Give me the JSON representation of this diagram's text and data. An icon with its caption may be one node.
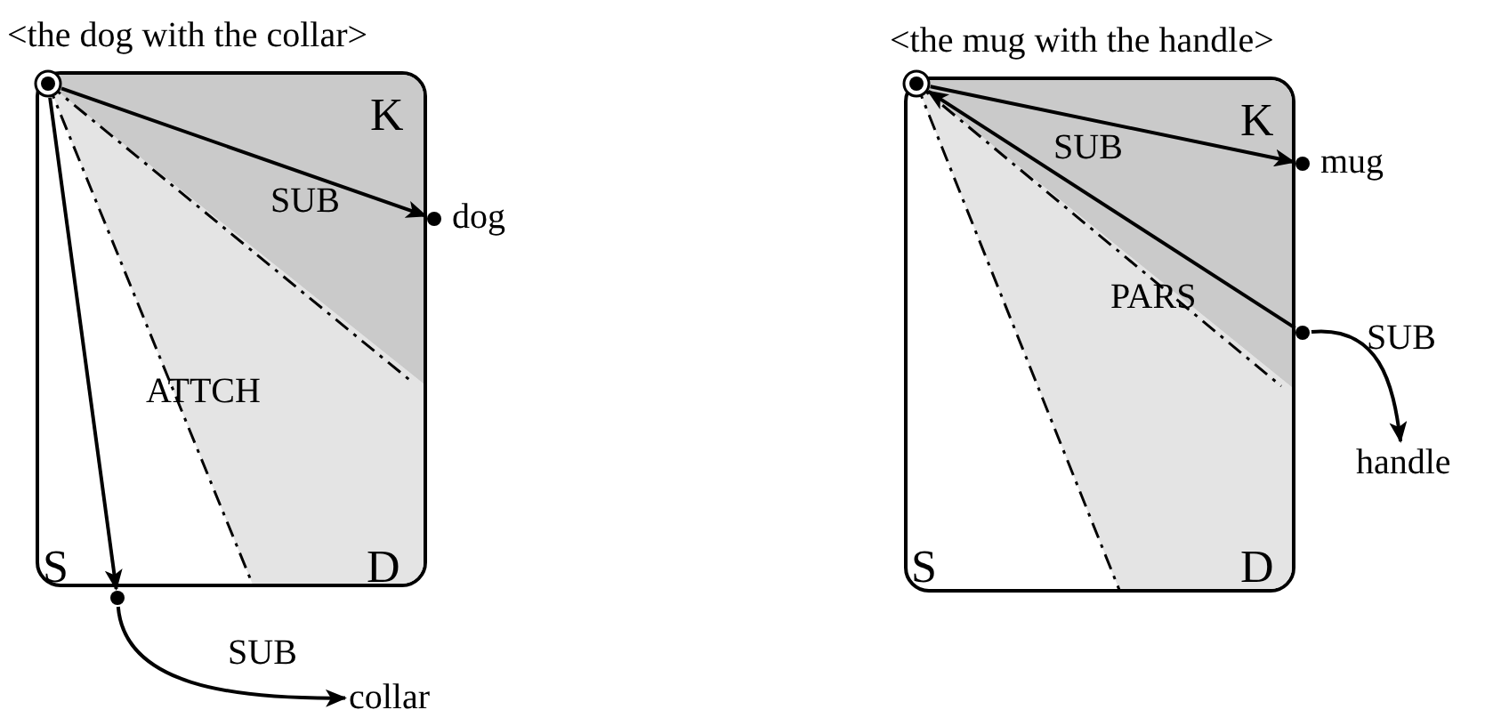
{
  "diagram": {
    "nodes": [
      {
        "text": [
          "<the dog with the collar>"
        ]
      },
      {
        "text": [],
        "shape": "circle",
        "in": 0
      },
      {
        "text": [],
        "shape": "circle",
        "beside": [
          "dog"
        ]
      },
      {
        "text": [],
        "shape": "circle"
      },
      {
        "text": [
          "collar"
        ]
      },
      {
        "text": [
          "<the mug with the handle>"
        ]
      },
      {
        "text": [],
        "shape": "circle",
        "in": 5
      },
      {
        "text": [],
        "shape": "circle",
        "beside": [
          "mug"
        ]
      },
      {
        "text": [],
        "shape": "circle"
      },
      {
        "text": [
          "handle"
        ]
      }
    ],
    "edges": [
      {
        "from": 1,
        "to": 2,
        "arrow": "to",
        "label": "SUB"
      },
      {
        "from": 1,
        "to": 3,
        "arrow": "to",
        "label": "ATTCH"
      },
      {
        "from": 3,
        "to": 4,
        "arrow": "to",
        "label": "SUB"
      },
      {
        "from": 6,
        "to": 7,
        "arrow": "to",
        "label": "SUB"
      },
      {
        "from": 8,
        "to": 6,
        "arrow": "to",
        "label": "PARS"
      },
      {
        "from": 8,
        "to": 9,
        "arrow": "to",
        "label": "SUB"
      }
    ],
    "labels": [
      "K",
      "S",
      "D",
      "K",
      "S",
      "D"
    ]
  }
}
